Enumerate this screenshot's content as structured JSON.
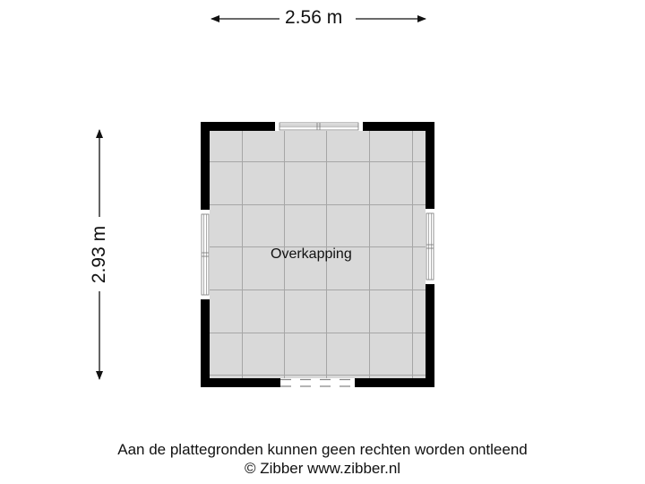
{
  "plan": {
    "width_dimension": "2.56 m",
    "height_dimension": "2.93 m",
    "room": {
      "name": "Overkapping",
      "floor_color": "#d9d9d9",
      "wall_color": "#000000",
      "grid_color": "#a6a6a6"
    },
    "openings": {
      "top": "window",
      "left": "window",
      "right": "window",
      "bottom": "open-doorway"
    }
  },
  "footer": {
    "disclaimer": "Aan de plattegronden kunnen geen rechten worden ontleend",
    "copyright": "© Zibber www.zibber.nl"
  }
}
